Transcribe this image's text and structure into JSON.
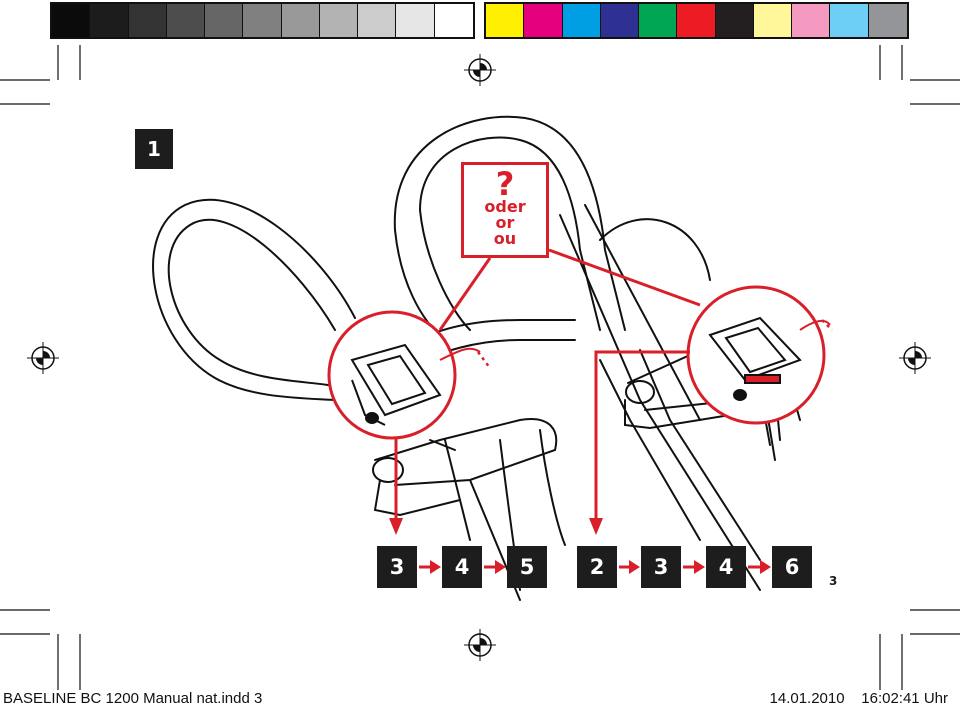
{
  "calibration_bar": {
    "grays": [
      "#0b0b0b",
      "#1c1c1c",
      "#333333",
      "#4d4d4d",
      "#666666",
      "#808080",
      "#999999",
      "#b3b3b3",
      "#cccccc",
      "#e6e6e6",
      "#ffffff"
    ],
    "colors": [
      "#ffef00",
      "#e5007e",
      "#009fe3",
      "#2e3192",
      "#00a651",
      "#ed1c24",
      "#231f20",
      "#fff799",
      "#f49ac1",
      "#6dcff6",
      "#939598"
    ]
  },
  "figure": {
    "number": "1",
    "question": {
      "mark": "?",
      "words": [
        "oder",
        "or",
        "ou"
      ]
    },
    "sequence_left": [
      "3",
      "4",
      "5"
    ],
    "sequence_right": [
      "2",
      "3",
      "4",
      "6"
    ],
    "accent_color": "#d81f2a"
  },
  "page_number": "3",
  "footer": {
    "file": "BASELINE BC 1200 Manual nat.indd   3",
    "date": "14.01.2010",
    "time": "16:02:41 Uhr"
  }
}
